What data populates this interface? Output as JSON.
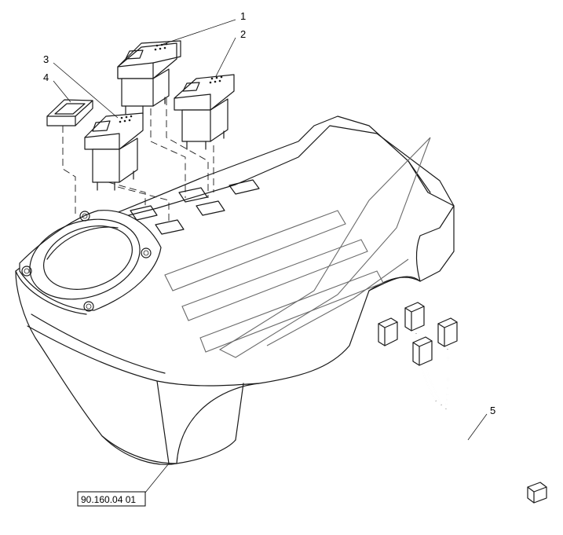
{
  "callouts": [
    {
      "label": "1"
    },
    {
      "label": "2"
    },
    {
      "label": "3"
    },
    {
      "label": "4"
    },
    {
      "label": "5"
    }
  ],
  "reference": {
    "label": "90.160.04 01"
  }
}
